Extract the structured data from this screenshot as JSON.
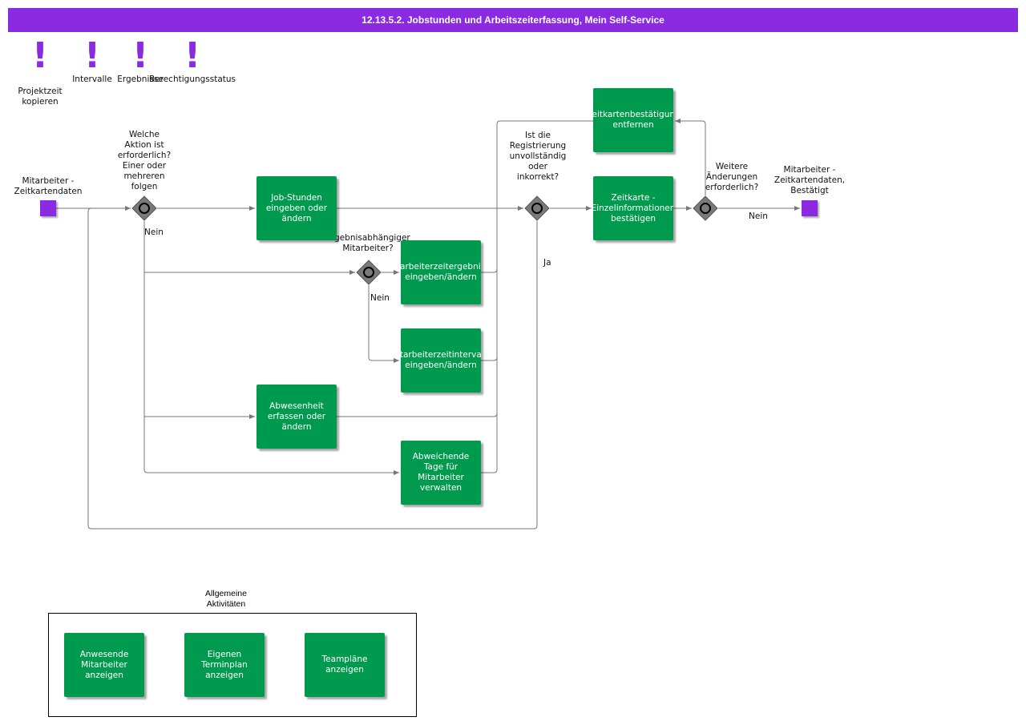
{
  "header": {
    "title": "12.13.5.2. Jobstunden und Arbeitszeiterfassung, Mein Self-Service"
  },
  "colors": {
    "header": "#8a2be2",
    "task": "#009a4e",
    "event": "#8a2be2",
    "gateway": "#7a7a7a",
    "connector": "#777777"
  },
  "markers": [
    {
      "icon": "exclamation-icon",
      "label": "Projektzeit\nkopieren"
    },
    {
      "icon": "exclamation-icon",
      "label": "Intervalle"
    },
    {
      "icon": "exclamation-icon",
      "label": "Ergebnisse"
    },
    {
      "icon": "exclamation-icon",
      "label": "Berechtigungsstatus"
    }
  ],
  "events": {
    "start_label": "Mitarbeiter -\nZeitkartendaten",
    "end_label": "Mitarbeiter -\nZeitkartendaten,\nBestätigt"
  },
  "gateways": {
    "action_question": "Welche\nAktion ist\nerforderlich?\nEiner oder\nmehreren\nfolgen",
    "action_no": "Nein",
    "result_question": "Ergebnisabhängiger\nMitarbeiter?",
    "result_no": "Nein",
    "registration_question": "Ist die\nRegistrierung\nunvollständig\noder\ninkorrekt?",
    "registration_yes": "Ja",
    "changes_question": "Weitere\nÄnderungen\nerforderlich?",
    "changes_no": "Nein"
  },
  "tasks": {
    "job_hours": "Job-Stunden\neingeben oder\nändern",
    "results_entry": "Mitarbeiterzeitergebnisse\neingeben/ändern",
    "intervals_entry": "Mitarbeiterzeitintervalle\neingeben/ändern",
    "absence": "Abwesenheit\nerfassen oder\nändern",
    "deviating_days": "Abweichende\nTage für\nMitarbeiter\nverwalten",
    "remove_confirmation": "Zeitkartenbestätigung\nentfernen",
    "confirm_timecard": "Zeitkarte -\nEinzelinformationen\nbestätigen"
  },
  "general_group": {
    "title": "Allgemeine\nAktivitäten",
    "tasks": [
      "Anwesende\nMitarbeiter\nanzeigen",
      "Eigenen\nTerminplan\nanzeigen",
      "Teampläne\nanzeigen"
    ]
  }
}
